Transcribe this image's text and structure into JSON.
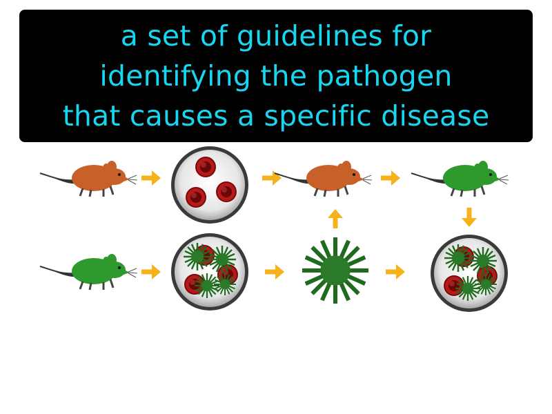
{
  "definition": {
    "lines": [
      "a set of guidelines for",
      "identifying the pathogen",
      "that causes a specific disease"
    ]
  },
  "colors": {
    "banner_background": "#000000",
    "banner_text": "#18d6f0",
    "arrow": "#f5b21a",
    "healthy_mouse": "#c8602a",
    "sick_mouse": "#2e9a2e",
    "blood_cell": "#8a0d0d",
    "pathogen": "#1e6a1e",
    "dish_rim": "#3a3a3a"
  },
  "icons": [
    "mouse-icon",
    "petri-dish-icon",
    "red-blood-cell-icon",
    "pathogen-icon",
    "arrow-right-icon",
    "arrow-up-icon",
    "arrow-down-icon"
  ]
}
